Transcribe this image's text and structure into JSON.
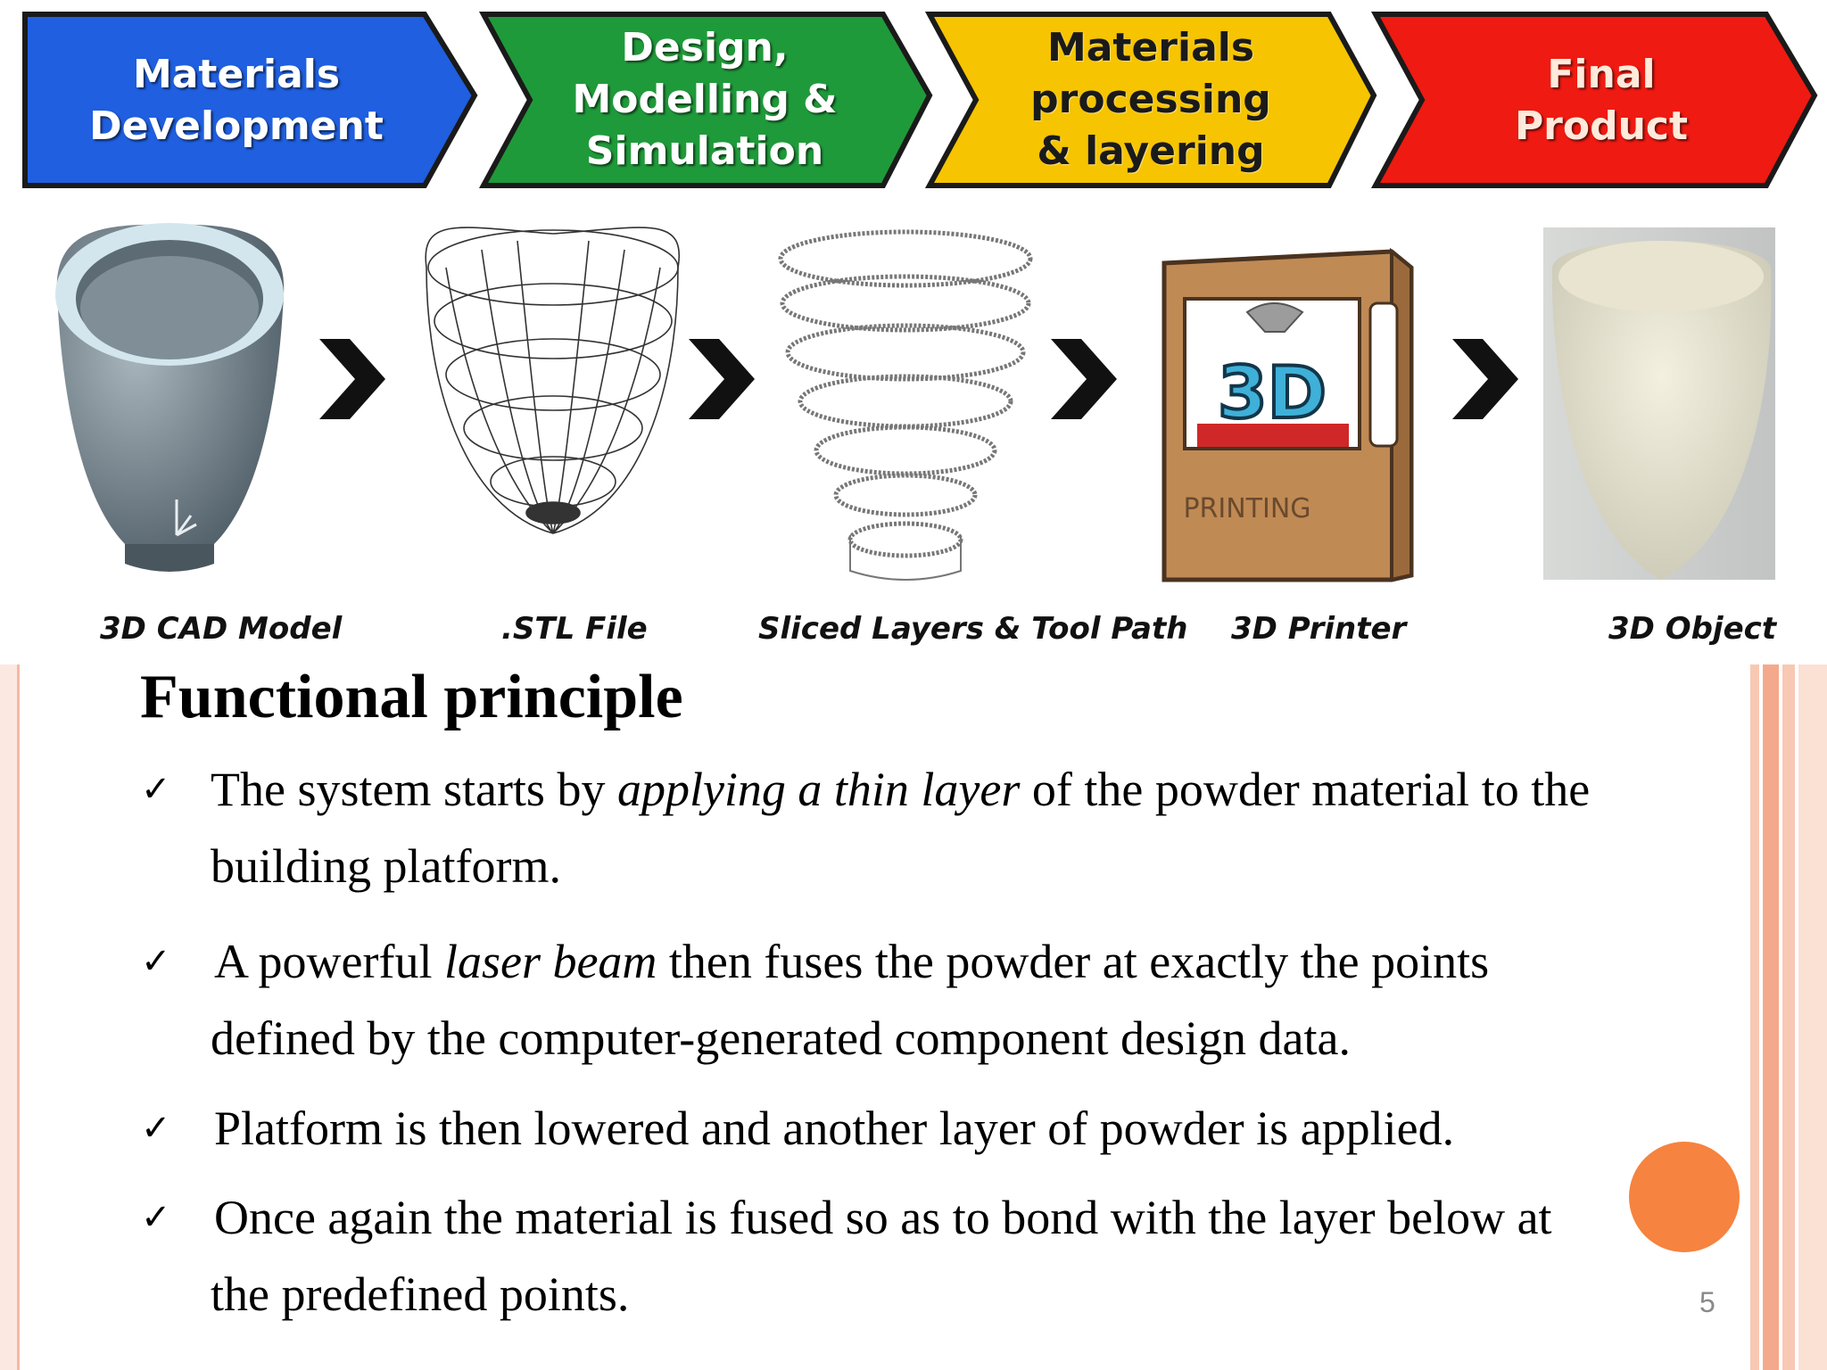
{
  "process_steps": [
    {
      "label_lines": [
        "Materials",
        "Development"
      ],
      "color": "#1f5fe0"
    },
    {
      "label_lines": [
        "Design,",
        "Modelling &",
        "Simulation"
      ],
      "color": "#1f9a3a"
    },
    {
      "label_lines": [
        "Materials",
        "processing",
        "& layering"
      ],
      "color": "#f6c400"
    },
    {
      "label_lines": [
        "Final",
        "Product"
      ],
      "color": "#ef1a12"
    }
  ],
  "stages": [
    {
      "caption": "3D CAD Model"
    },
    {
      "caption": ".STL File"
    },
    {
      "caption": "Sliced Layers & Tool Path"
    },
    {
      "caption": "3D Printer",
      "printer_badge": "3D",
      "printer_text": "PRINTING"
    },
    {
      "caption": "3D Object"
    }
  ],
  "heading": "Functional principle",
  "bullets": [
    {
      "check": "✓",
      "line1": {
        "before": "The system starts by ",
        "em": "applying a thin layer",
        "after": " of the powder material to the"
      },
      "line2": "building platform."
    },
    {
      "check": "✓",
      "line1": {
        "before": "A powerful ",
        "em": "laser beam",
        "after": " then fuses the powder at exactly the points"
      },
      "line2": "defined by the computer-generated component design data."
    },
    {
      "check": "✓",
      "line1": {
        "before": "Platform is then lowered and another layer of powder is applied.",
        "em": "",
        "after": ""
      },
      "line2": ""
    },
    {
      "check": "✓",
      "line1": {
        "before": "Once again the material is fused so as to bond with the layer below",
        "em": "",
        "after": " at"
      },
      "line2": "the predefined points."
    }
  ],
  "page_number": "5",
  "colors": {
    "accent_orange": "#f6833f",
    "border_salmon": "#f4a98c"
  }
}
